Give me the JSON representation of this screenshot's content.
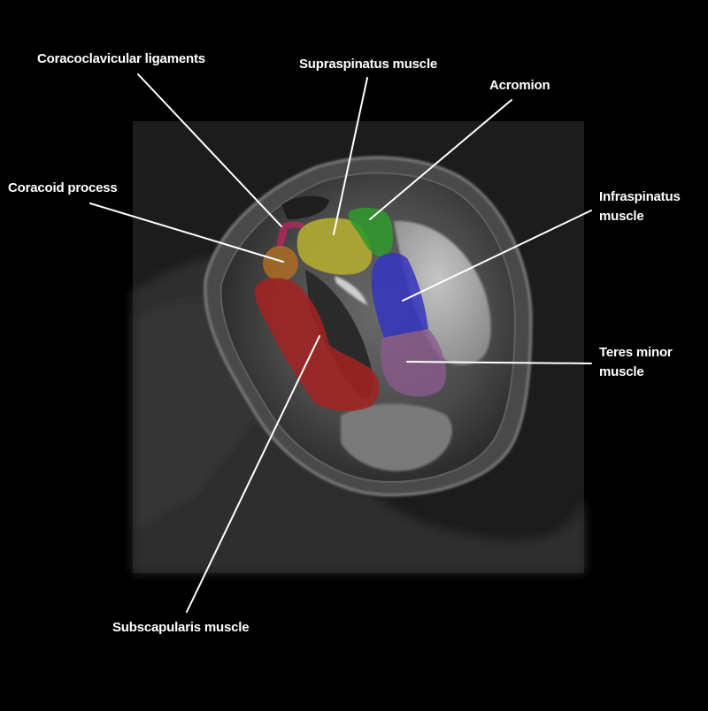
{
  "figure": {
    "title": "Sagittal shoulder MRI – rotator cuff anatomy",
    "background_color": "#000000",
    "label_color": "#ffffff",
    "leader_color": "#ffffff"
  },
  "structures": [
    {
      "id": "coracoclavicular-ligaments",
      "label_line1": "Coracoclavicular ligaments",
      "label_line2": "",
      "color": "#b0285e"
    },
    {
      "id": "supraspinatus-muscle",
      "label_line1": "Supraspinatus muscle",
      "label_line2": "",
      "color": "#b8b030"
    },
    {
      "id": "acromion",
      "label_line1": "Acromion",
      "label_line2": "",
      "color": "#2f9a2a"
    },
    {
      "id": "coracoid-process",
      "label_line1": "Coracoid process",
      "label_line2": "",
      "color": "#b36f22"
    },
    {
      "id": "infraspinatus-muscle",
      "label_line1": "Infraspinatus",
      "label_line2": "muscle",
      "color": "#3535c0"
    },
    {
      "id": "teres-minor-muscle",
      "label_line1": "Teres minor",
      "label_line2": "muscle",
      "color": "#8a5a8c"
    },
    {
      "id": "subscapularis-muscle",
      "label_line1": "Subscapularis muscle",
      "label_line2": "",
      "color": "#a32222"
    }
  ]
}
